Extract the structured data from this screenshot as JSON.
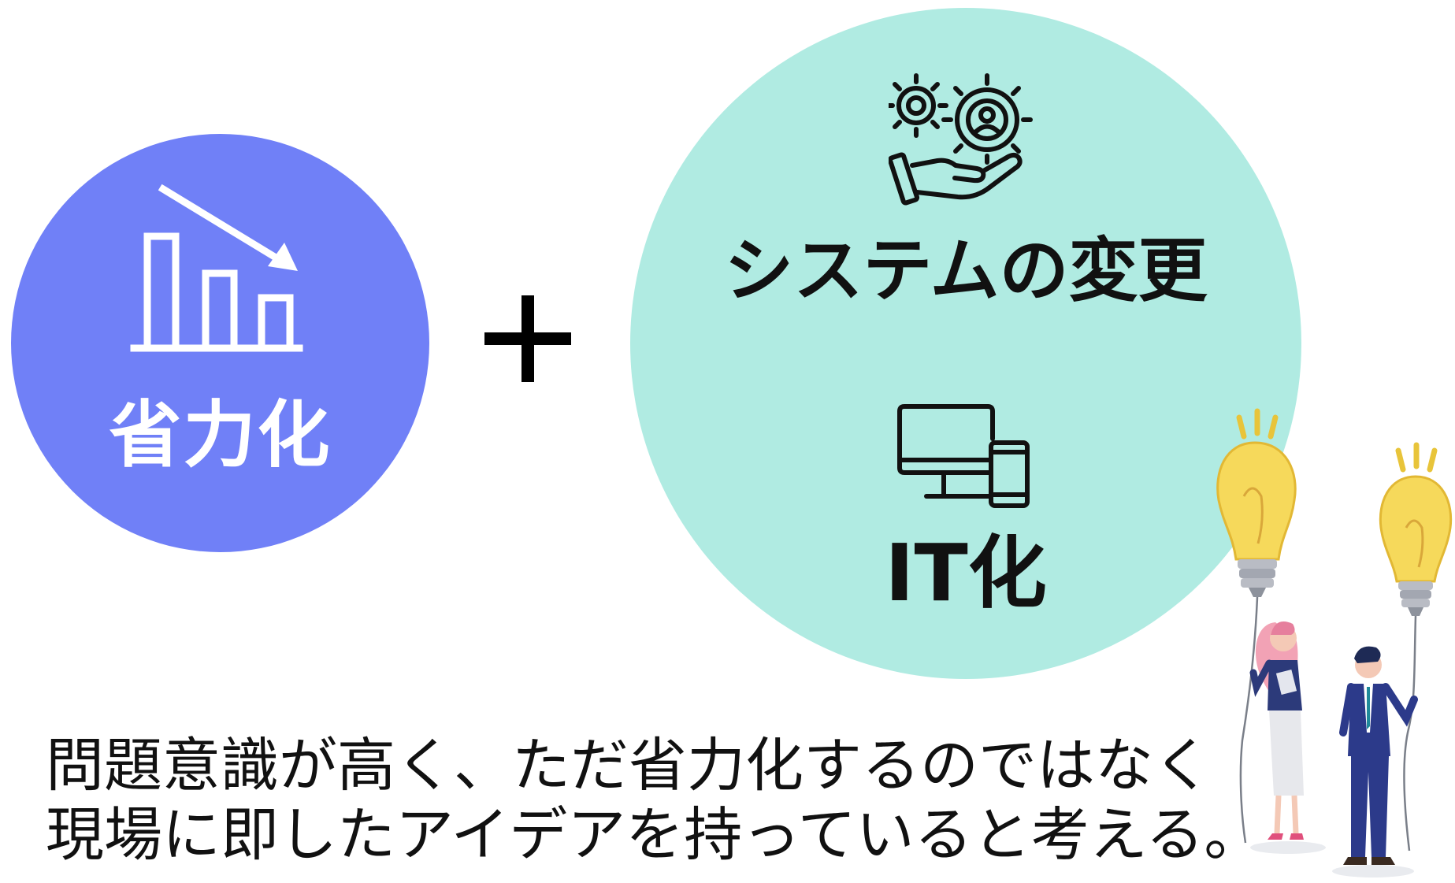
{
  "left_circle": {
    "label": "省力化",
    "color": "#7080f7"
  },
  "right_circle": {
    "color": "#b0ebe2",
    "items": [
      {
        "label": "システムの変更",
        "icon": "gears-hand-icon"
      },
      {
        "label": "IT化",
        "icon": "monitor-phone-icon"
      }
    ]
  },
  "operator": "+",
  "caption": {
    "line1": "問題意識が高く、ただ省力化するのではなく",
    "line2": "現場に即したアイデアを持っていると考える。"
  },
  "illustration": {
    "icon": "people-lightbulbs-illustration"
  }
}
